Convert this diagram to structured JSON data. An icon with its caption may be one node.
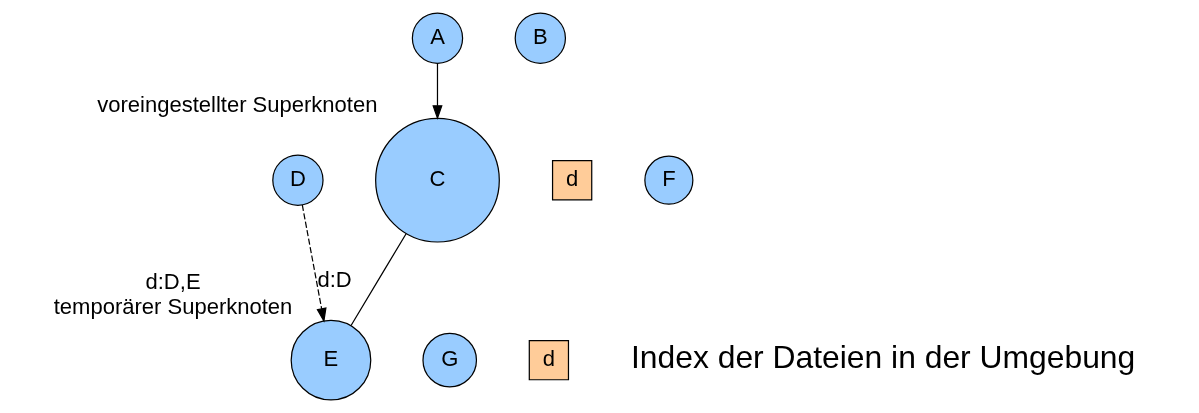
{
  "diagram": {
    "nodes": [
      {
        "text": [
          "C"
        ],
        "beside": [
          "voreingestellter Superknoten"
        ]
      },
      {
        "text": [
          "D"
        ]
      },
      {
        "text": [
          "d"
        ]
      },
      {
        "text": [
          "F"
        ]
      },
      {
        "text": [
          "G"
        ]
      },
      {
        "text": [
          "E"
        ],
        "beside": [
          "d:D,E",
          "temporärer Superknoten"
        ]
      },
      {
        "text": [
          "A"
        ]
      },
      {
        "text": [
          "B"
        ]
      },
      {
        "text": [
          "d"
        ]
      }
    ],
    "edges": [
      {
        "from": 6,
        "to": 0,
        "arrow": "to"
      },
      {
        "from": 0,
        "to": 5,
        "arrow": "none"
      },
      {
        "from": 1,
        "to": 5,
        "arrow": "to",
        "style": "dashed",
        "label": "d:D"
      }
    ],
    "labels": [
      "Index der Dateien in der Umgebung"
    ]
  }
}
